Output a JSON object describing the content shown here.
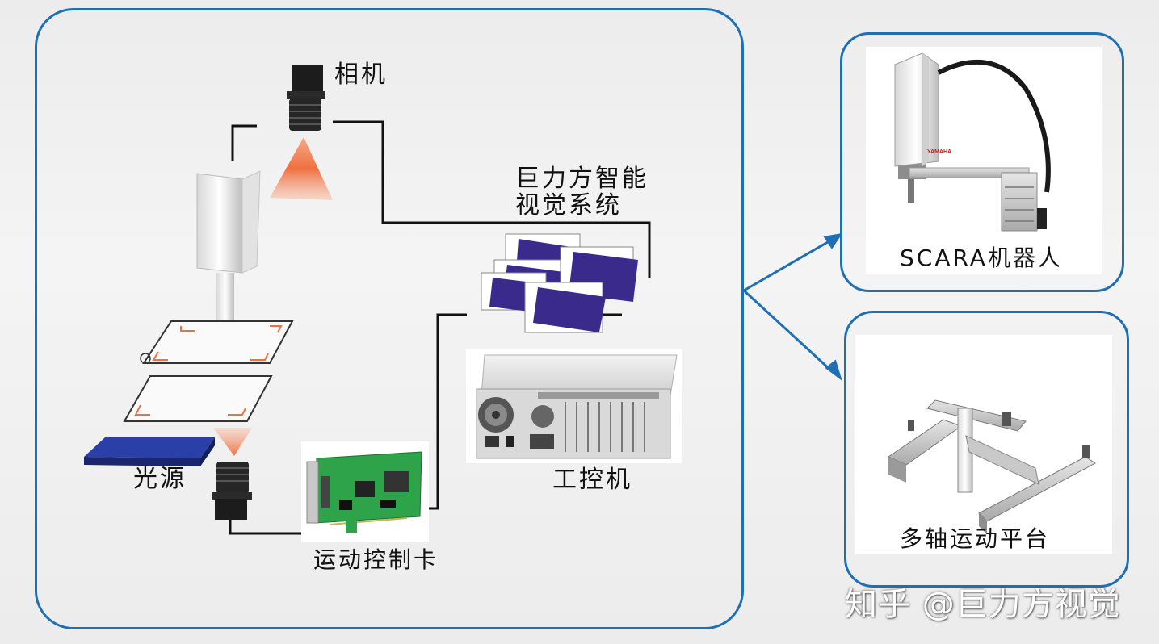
{
  "labels": {
    "camera": "相机",
    "system_line1": "巨力方智能",
    "system_line2": "视觉系统",
    "light_source": "光源",
    "motion_card": "运动控制卡",
    "ipc": "工控机",
    "scara": "SCARA机器人",
    "multi_axis": "多轴运动平台"
  },
  "device_text": {
    "robot_brand": "YAMAHA"
  },
  "watermark": "知乎 @巨力方视觉",
  "colors": {
    "frame_blue": "#1f6fb3",
    "beam_orange": "#f07040",
    "screen_purple": "#3a2a8c",
    "pcb_green": "#2ea34a",
    "light_blue": "#2a3fa8"
  }
}
